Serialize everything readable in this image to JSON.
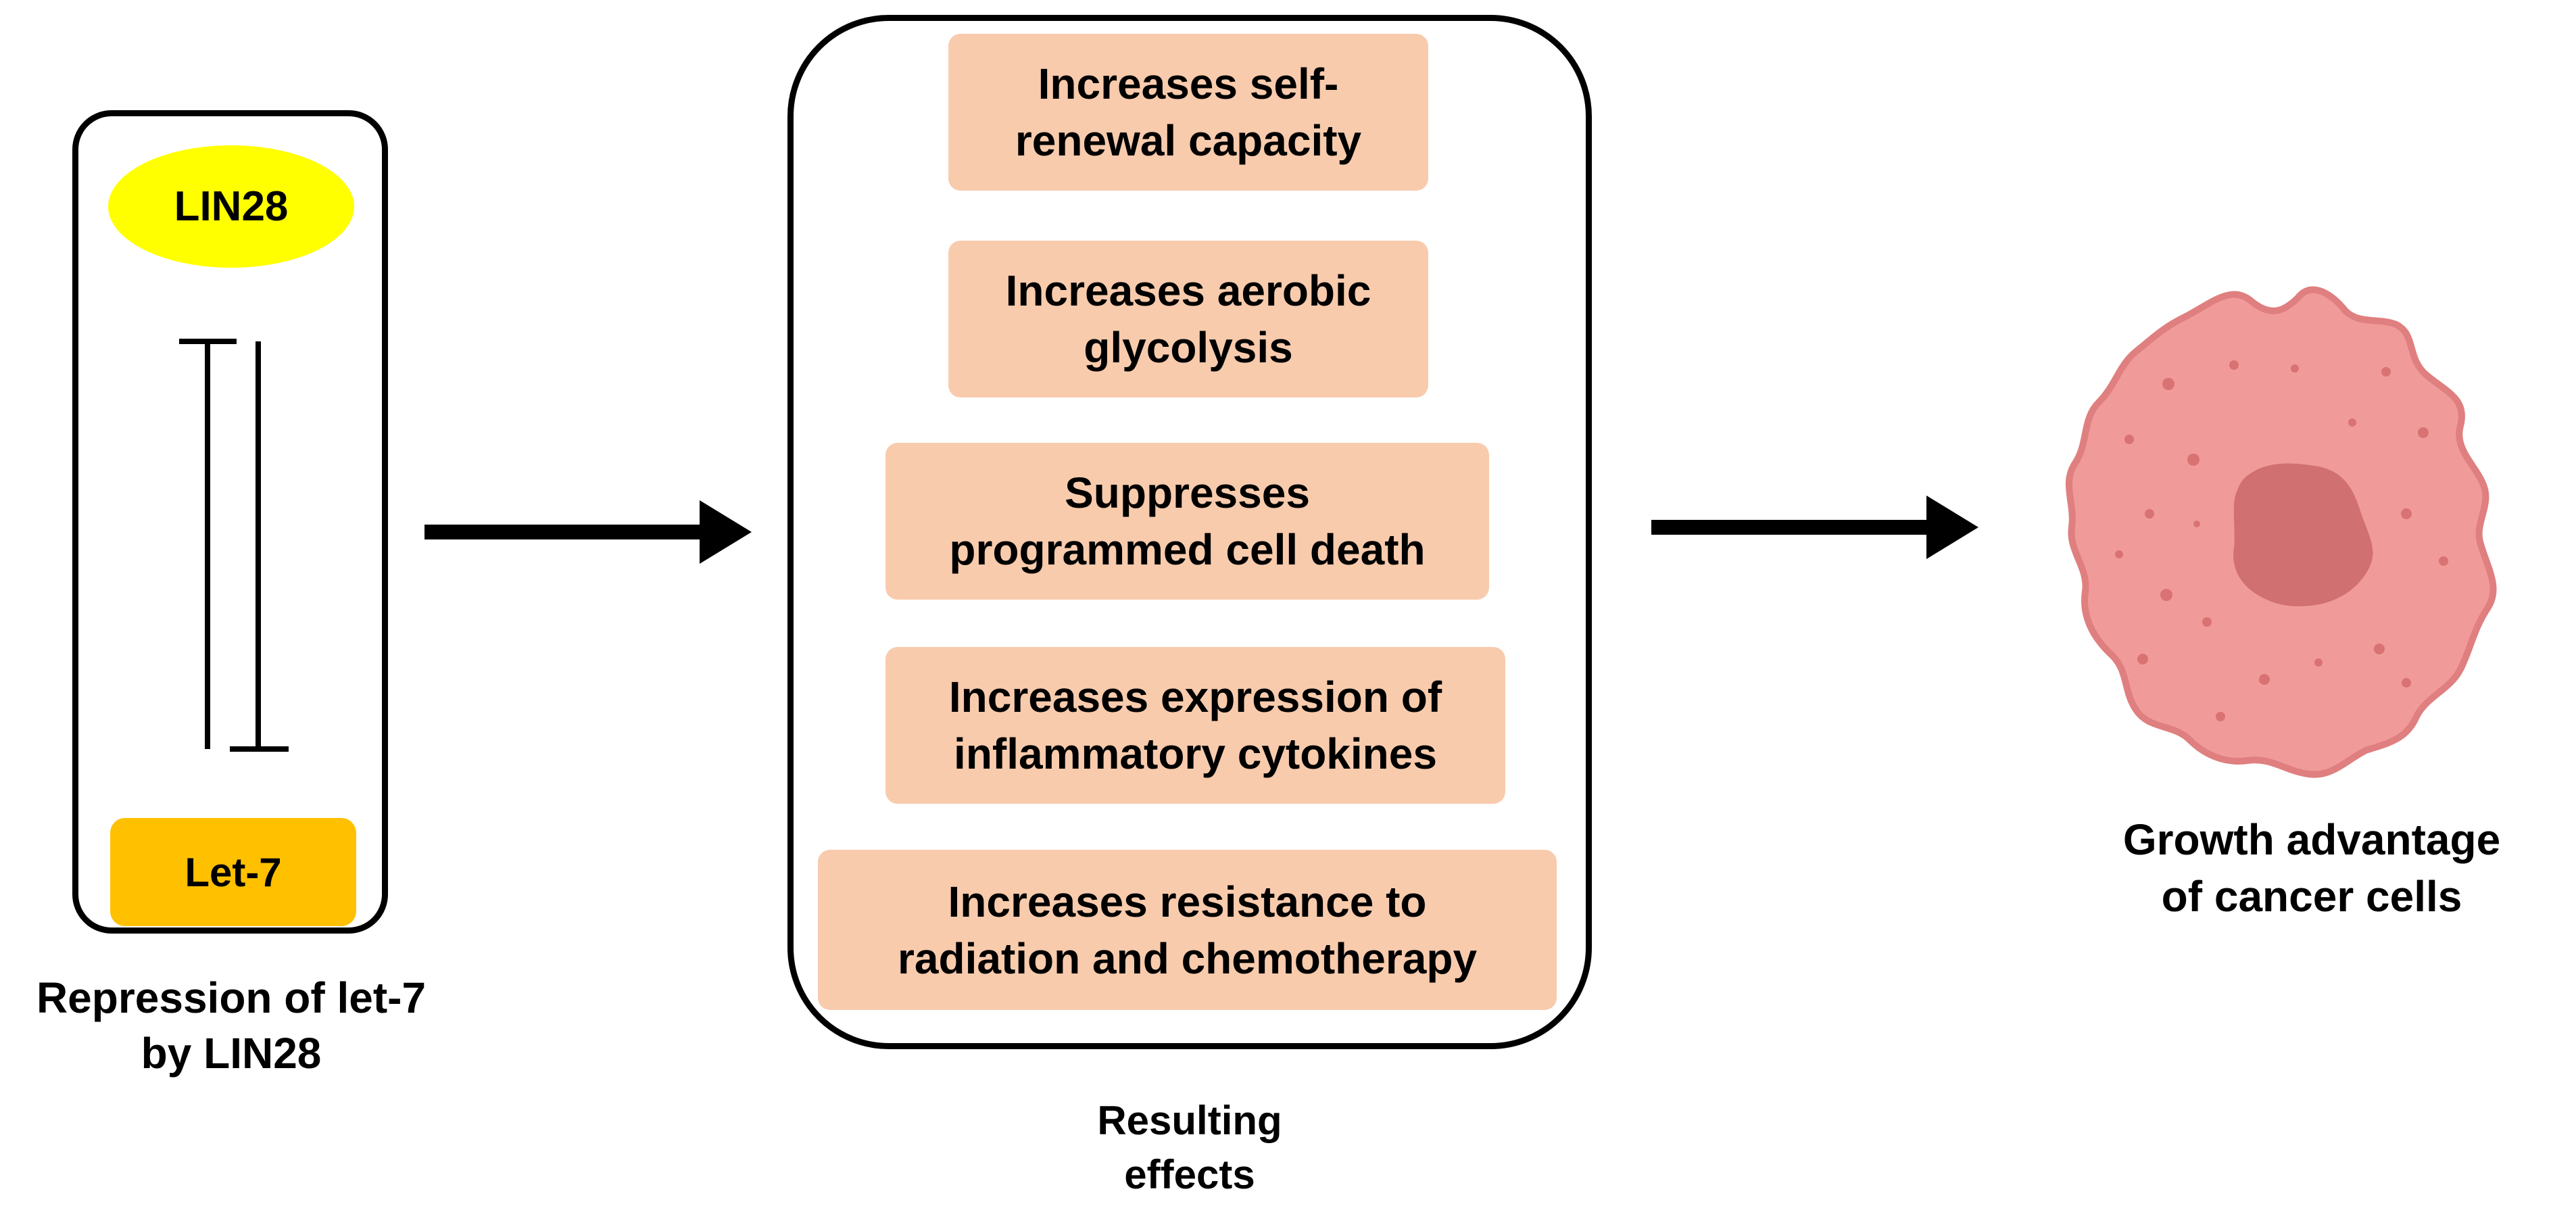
{
  "colors": {
    "lin28": "#ffff00",
    "let7": "#ffc000",
    "effect_box": "#f8cbad",
    "cell_body": "#f19a9a",
    "cell_outline": "#df7f7f",
    "nucleus": "#d07070",
    "dots": "#d97272",
    "arrow": "#000000"
  },
  "left_panel": {
    "lin28_label": "LIN28",
    "let7_label": "Let-7",
    "caption_line1": "Repression of let-7",
    "caption_line2": "by LIN28"
  },
  "effects": {
    "items": [
      {
        "line1": "Increases self-",
        "line2": "renewal capacity"
      },
      {
        "line1": "Increases aerobic",
        "line2": "glycolysis"
      },
      {
        "line1": "Suppresses",
        "line2": "programmed cell death"
      },
      {
        "line1": "Increases expression of",
        "line2": "inflammatory cytokines"
      },
      {
        "line1": "Increases resistance to",
        "line2": "radiation and chemotherapy"
      }
    ],
    "caption_line1": "Resulting",
    "caption_line2": "effects"
  },
  "outcome": {
    "caption_line1": "Growth advantage",
    "caption_line2": "of cancer cells"
  }
}
